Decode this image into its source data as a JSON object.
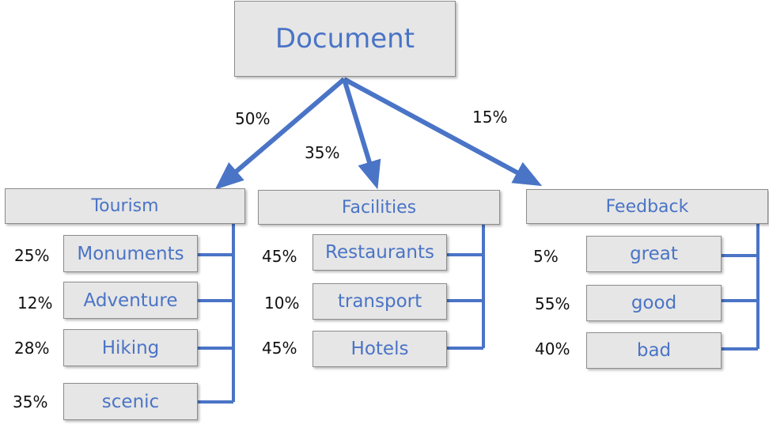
{
  "root": {
    "label": "Document"
  },
  "categories": [
    {
      "label": "Tourism",
      "weight": "50%",
      "items": [
        {
          "label": "Monuments",
          "weight": "25%"
        },
        {
          "label": "Adventure",
          "weight": "12%"
        },
        {
          "label": "Hiking",
          "weight": "28%"
        },
        {
          "label": "scenic",
          "weight": "35%"
        }
      ]
    },
    {
      "label": "Facilities",
      "weight": "35%",
      "items": [
        {
          "label": "Restaurants",
          "weight": "45%"
        },
        {
          "label": "transport",
          "weight": "10%"
        },
        {
          "label": "Hotels",
          "weight": "45%"
        }
      ]
    },
    {
      "label": "Feedback",
      "weight": "15%",
      "items": [
        {
          "label": "great",
          "weight": "5%"
        },
        {
          "label": "good",
          "weight": "55%"
        },
        {
          "label": "bad",
          "weight": "40%"
        }
      ]
    }
  ],
  "colors": {
    "accent": "#4a74c6",
    "box_fill": "#e6e6e6",
    "text": "#111111"
  }
}
